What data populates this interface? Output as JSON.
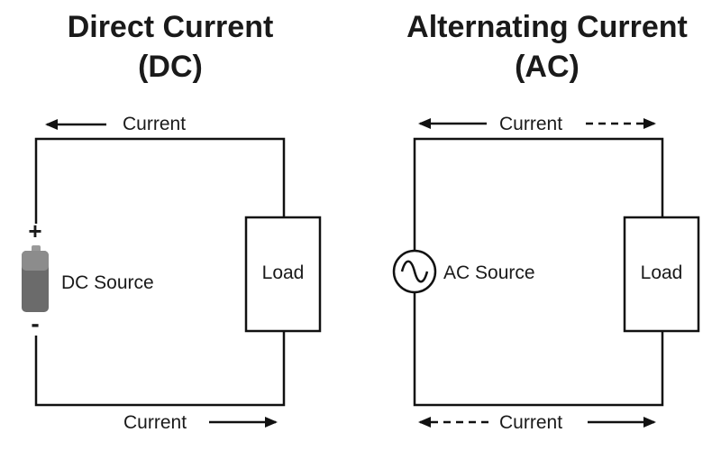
{
  "dc": {
    "title_line1": "Direct Current",
    "title_line2": "(DC)",
    "current_top": "Current",
    "current_bottom": "Current",
    "source_label": "DC Source",
    "plus": "+",
    "minus": "-",
    "load_label": "Load"
  },
  "ac": {
    "title_line1": "Alternating Current",
    "title_line2": "(AC)",
    "current_top": "Current",
    "current_bottom": "Current",
    "source_label": "AC Source",
    "load_label": "Load"
  },
  "colors": {
    "wire": "#111111",
    "battery_body": "#6b6b6b",
    "battery_cap": "#9a9a9a",
    "text": "#1a1a1a"
  },
  "icons": [
    "battery-icon",
    "sine-wave-icon",
    "arrow-left-icon",
    "arrow-right-icon"
  ]
}
